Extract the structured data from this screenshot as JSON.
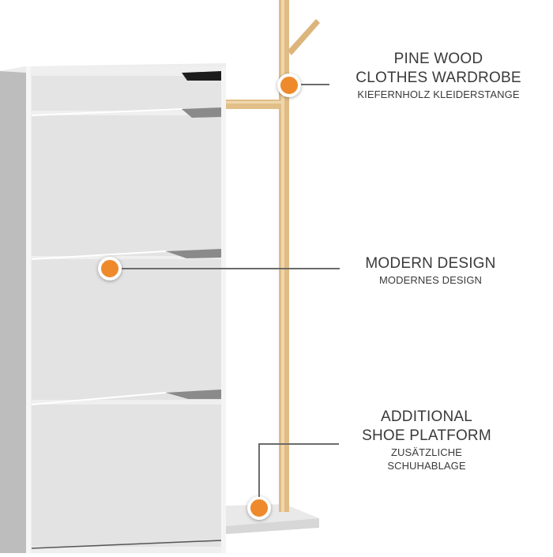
{
  "callouts": [
    {
      "id": "pine-wood",
      "title_lines": [
        "PINE WOOD",
        "CLOTHES WARDROBE"
      ],
      "subtitle_lines": [
        "KIEFERNHOLZ KLEIDERSTANGE"
      ]
    },
    {
      "id": "modern-design",
      "title_lines": [
        "MODERN DESIGN"
      ],
      "subtitle_lines": [
        "MODERNES DESIGN"
      ]
    },
    {
      "id": "shoe-platform",
      "title_lines": [
        "ADDITIONAL",
        "SHOE PLATFORM"
      ],
      "subtitle_lines": [
        "ZUSÄTZLICHE",
        "SCHUHABLAGE"
      ]
    }
  ],
  "colors": {
    "accent_dot": "#ee8a2b",
    "leader_line": "#6b6b6b",
    "text": "#3a3a3a",
    "cabinet": "#e6e6e6",
    "wood": "#e2bf88"
  }
}
